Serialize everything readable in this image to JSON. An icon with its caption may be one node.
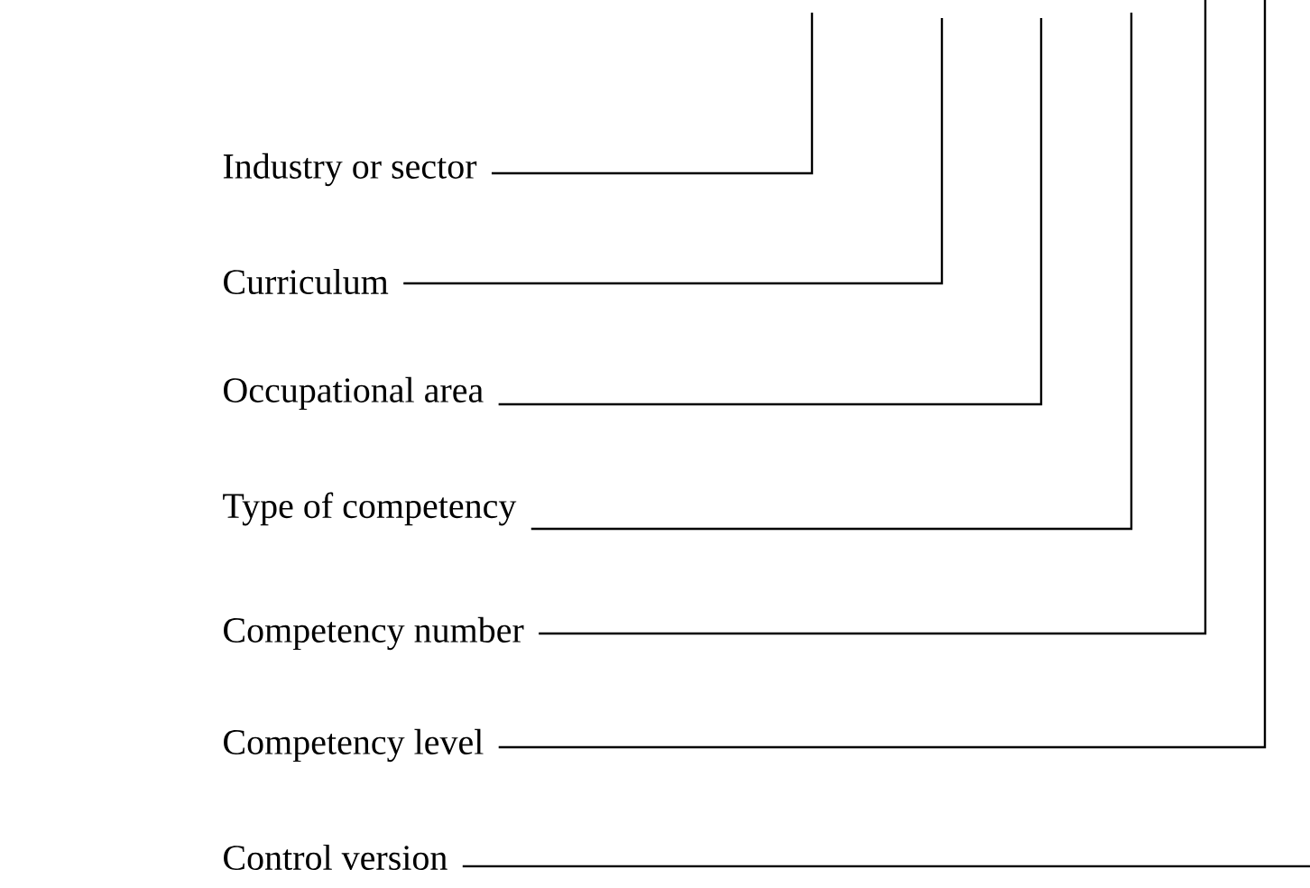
{
  "diagram": {
    "nodes": [
      {
        "text": [
          "Industry or sector"
        ]
      },
      {
        "text": [
          "Curriculum"
        ]
      },
      {
        "text": [
          "Occupational area"
        ]
      },
      {
        "text": [
          "Type of competency"
        ]
      },
      {
        "text": [
          "Competency number"
        ]
      },
      {
        "text": [
          "Competency level"
        ]
      },
      {
        "text": [
          "Control version"
        ]
      }
    ],
    "edges": [
      {
        "from": 0,
        "to": null,
        "arrow": "none"
      },
      {
        "from": 1,
        "to": null,
        "arrow": "none"
      },
      {
        "from": 2,
        "to": null,
        "arrow": "none"
      },
      {
        "from": 3,
        "to": null,
        "arrow": "none"
      },
      {
        "from": 4,
        "to": null,
        "arrow": "none"
      },
      {
        "from": 5,
        "to": null,
        "arrow": "none"
      },
      {
        "from": 6,
        "to": null,
        "arrow": "none"
      }
    ]
  }
}
